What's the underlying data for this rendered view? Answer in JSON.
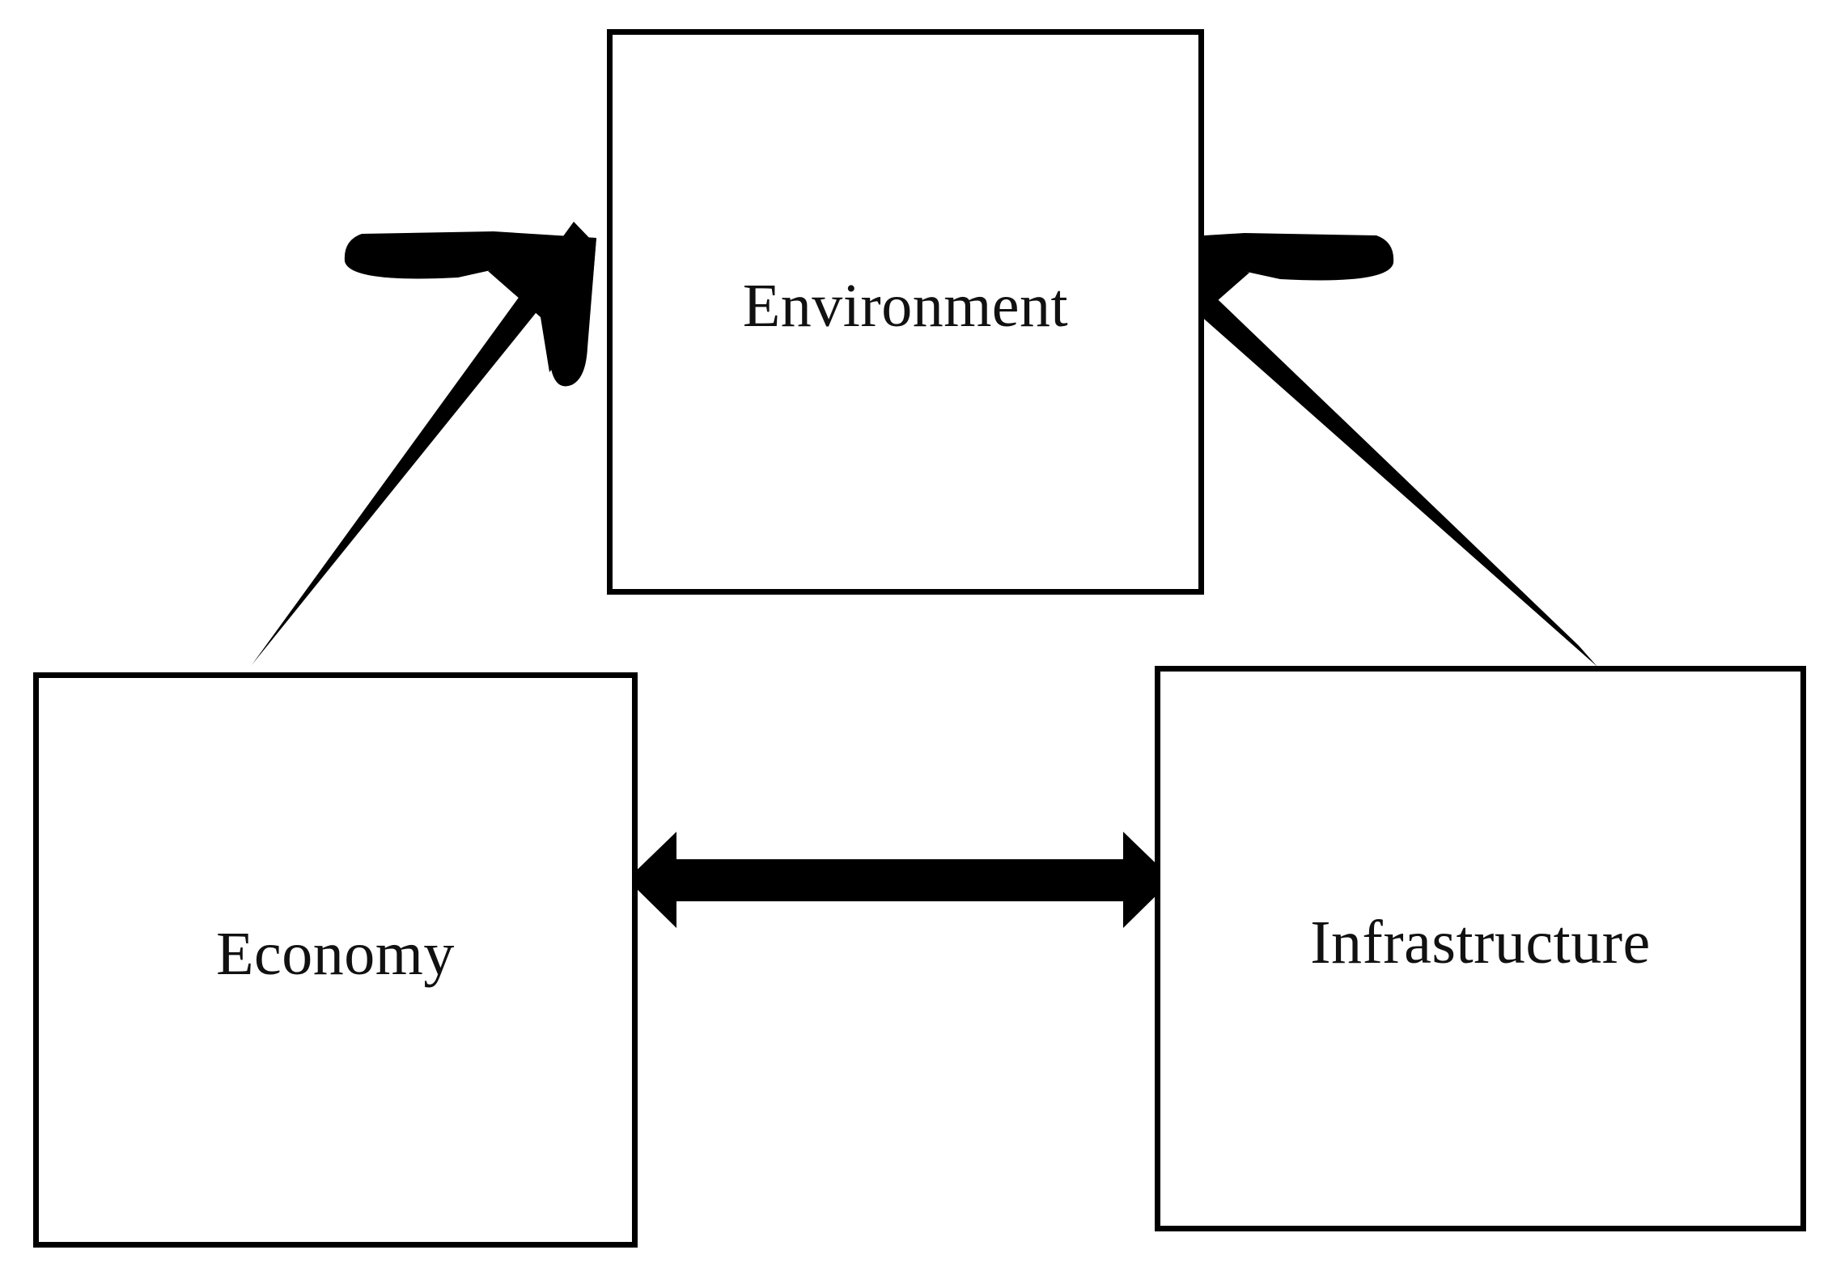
{
  "diagram": {
    "title": "Environment, Economy and Infrastructure relationship diagram",
    "background_color": "#ffffff",
    "stroke_color": "#000000",
    "text_color": "#111111",
    "nodes": [
      {
        "id": "environment",
        "label": "Environment",
        "position": "top-center"
      },
      {
        "id": "economy",
        "label": "Economy",
        "position": "bottom-left"
      },
      {
        "id": "infrastructure",
        "label": "Infrastructure",
        "position": "bottom-right"
      }
    ],
    "connectors": [
      {
        "id": "economy-to-environment",
        "from": "Economy",
        "to": "Environment",
        "direction": "one-way",
        "style": "solid-thick-barbed-arrow"
      },
      {
        "id": "infrastructure-to-environment",
        "from": "Infrastructure",
        "to": "Environment",
        "direction": "one-way",
        "style": "solid-thick-barbed-arrow"
      },
      {
        "id": "economy-infrastructure",
        "from": "Economy",
        "to": "Infrastructure",
        "direction": "two-way",
        "style": "solid-thick-double-headed-arrow"
      }
    ]
  }
}
